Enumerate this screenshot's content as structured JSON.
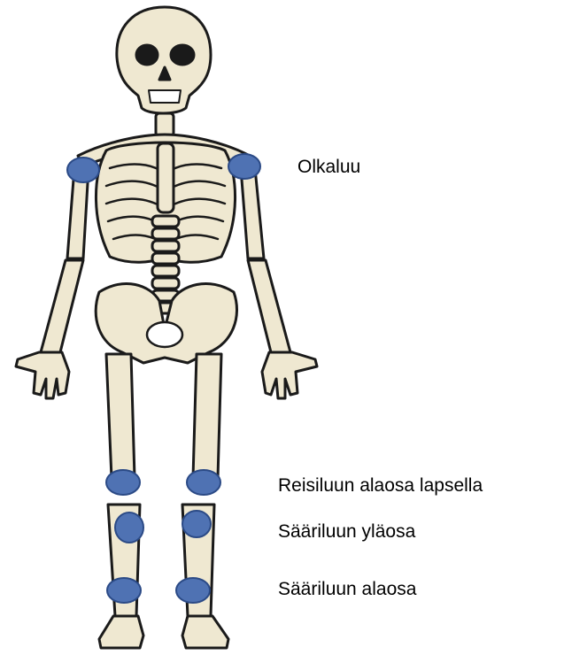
{
  "labels": {
    "shoulder": "Olkaluu",
    "femur_lower_child": "Reisiluun alaosa lapsella",
    "tibia_upper": "Sääriluun yläosa",
    "tibia_lower": "Sääriluun alaosa"
  },
  "colors": {
    "bone": "#efe8d1",
    "outline": "#1a1a1a",
    "marker_fill": "#4f72b3",
    "marker_stroke": "#2b4a86"
  }
}
